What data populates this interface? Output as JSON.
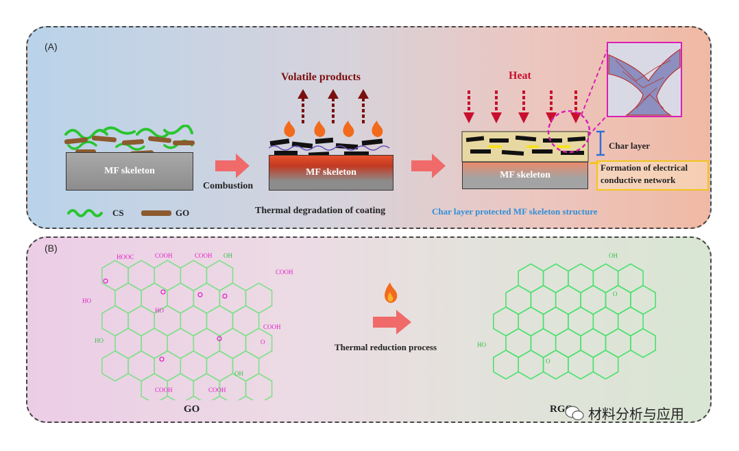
{
  "panel_a": {
    "label": "(A)",
    "skeleton_label": "MF skeleton",
    "combustion": "Combustion",
    "volatile_products": "Volatile products",
    "heat": "Heat",
    "char_layer": "Char layer",
    "network_line1": "Formation of electrical",
    "network_line2": "conductive network",
    "degradation_caption": "Thermal degradation of coating",
    "protected_caption": "Char layer protected MF  skeleton structure",
    "legend_cs": "CS",
    "legend_go": "GO"
  },
  "panel_b": {
    "label": "(B)",
    "go_caption": "GO",
    "rgo_caption": "RGO",
    "process_caption": "Thermal reduction process",
    "groups": {
      "hooc": "HOOC",
      "cooh": "COOH",
      "oh": "OH",
      "ho": "HO",
      "o": "O"
    }
  },
  "watermark": "材料分析与应用",
  "colors": {
    "cs": "#29c52f",
    "go": "#8c5a2f",
    "heat": "#c8102e",
    "volatile": "#7a0f0f",
    "arrow": "#f06a6a",
    "ring": "#4be06e",
    "group": "#e01fc8",
    "annotation": "#2f8fd8"
  }
}
